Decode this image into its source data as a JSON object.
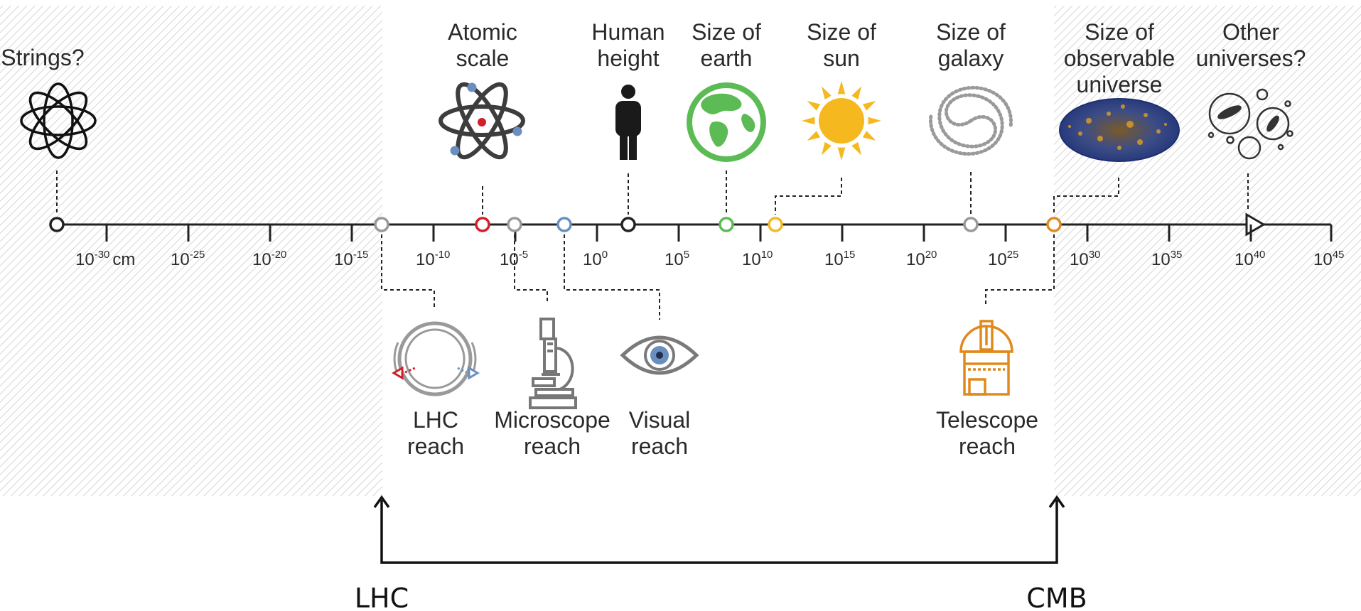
{
  "axis": {
    "ticks": [
      {
        "base": "10",
        "exp": "-30",
        "unit": "cm"
      },
      {
        "base": "10",
        "exp": "-25",
        "unit": ""
      },
      {
        "base": "10",
        "exp": "-20",
        "unit": ""
      },
      {
        "base": "10",
        "exp": "-15",
        "unit": ""
      },
      {
        "base": "10",
        "exp": "-10",
        "unit": ""
      },
      {
        "base": "10",
        "exp": "-5",
        "unit": ""
      },
      {
        "base": "10",
        "exp": "0",
        "unit": ""
      },
      {
        "base": "10",
        "exp": "5",
        "unit": ""
      },
      {
        "base": "10",
        "exp": "10",
        "unit": ""
      },
      {
        "base": "10",
        "exp": "15",
        "unit": ""
      },
      {
        "base": "10",
        "exp": "20",
        "unit": ""
      },
      {
        "base": "10",
        "exp": "25",
        "unit": ""
      },
      {
        "base": "10",
        "exp": "30",
        "unit": ""
      },
      {
        "base": "10",
        "exp": "35",
        "unit": ""
      },
      {
        "base": "10",
        "exp": "40",
        "unit": ""
      },
      {
        "base": "10",
        "exp": "45",
        "unit": ""
      }
    ]
  },
  "scales_above": [
    {
      "lines": [
        "Strings?"
      ],
      "icon": "strings-icon"
    },
    {
      "lines": [
        "Atomic",
        "scale"
      ],
      "icon": "atom-icon"
    },
    {
      "lines": [
        "Human",
        "height"
      ],
      "icon": "person-icon"
    },
    {
      "lines": [
        "Size of",
        "earth"
      ],
      "icon": "earth-icon"
    },
    {
      "lines": [
        "Size of",
        "sun"
      ],
      "icon": "sun-icon"
    },
    {
      "lines": [
        "Size of",
        "galaxy"
      ],
      "icon": "galaxy-icon"
    },
    {
      "lines": [
        "Size of",
        "observable",
        "universe"
      ],
      "icon": "universe-map-icon"
    },
    {
      "lines": [
        "Other",
        "universes?"
      ],
      "icon": "multiverse-icon"
    }
  ],
  "reach_below": [
    {
      "lines": [
        "LHC",
        "reach"
      ],
      "icon": "collider-ring-icon"
    },
    {
      "lines": [
        "Microscope",
        "reach"
      ],
      "icon": "microscope-icon"
    },
    {
      "lines": [
        "Visual",
        "reach"
      ],
      "icon": "eye-icon"
    },
    {
      "lines": [
        "Telescope",
        "reach"
      ],
      "icon": "observatory-icon"
    }
  ],
  "bracket": {
    "left_label": "LHC",
    "right_label": "CMB"
  },
  "colors": {
    "axis": "#222222",
    "atomic": "#d0202a",
    "microscope": "#909090",
    "visual": "#6a8fbf",
    "earth": "#5cbb55",
    "sun": "#f6b81f",
    "telescope": "#e08a1e",
    "hatch": "#d6d6d6"
  }
}
